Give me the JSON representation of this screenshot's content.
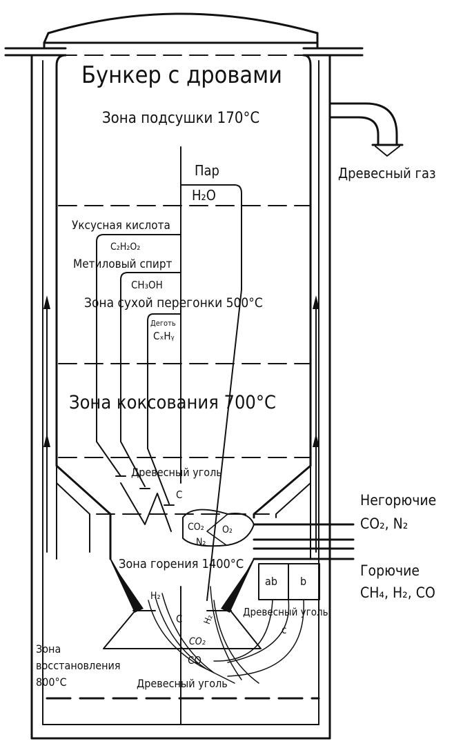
{
  "title": "Бункер с дровами",
  "zones": {
    "drying": "Зона подсушки 170°C",
    "dry_distillation": "Зона сухой перегонки 500°C",
    "coking": "Зона коксования 700°C",
    "combustion": "Зона горения 1400°C",
    "reduction_line1": "Зона",
    "reduction_line2": "восстановления",
    "reduction_line3": "800°C"
  },
  "products": {
    "steam": "Пар",
    "steam_formula": "H₂O",
    "acetic_acid": "Уксусная кислота",
    "acetic_formula": "C₂H₂O₂",
    "methanol": "Метиловый спирт",
    "methanol_formula": "CH₃OH",
    "tar": "Деготь",
    "tar_formula": "CₓHᵧ"
  },
  "reactions": {
    "charcoal_top": "Древесный уголь",
    "carbon_top": "C",
    "co2": "CO₂",
    "n2": "N₂",
    "o2": "O₂",
    "h2": "H₂",
    "h2_slanted": "H₂",
    "carbon_mid": "C",
    "co2_lower": "CO₂",
    "co": "CO",
    "charcoal_bottom": "Древесный уголь"
  },
  "legend_box": {
    "cell_a": "ab",
    "cell_b": "b",
    "label": "Древесный уголь",
    "sub": "c"
  },
  "outputs": {
    "wood_gas": "Древесный газ",
    "noncomb_title": "Негорючие",
    "noncomb_formula": "CO₂, N₂",
    "comb_title": "Горючие",
    "comb_formula": "CH₄, H₂, CO"
  }
}
